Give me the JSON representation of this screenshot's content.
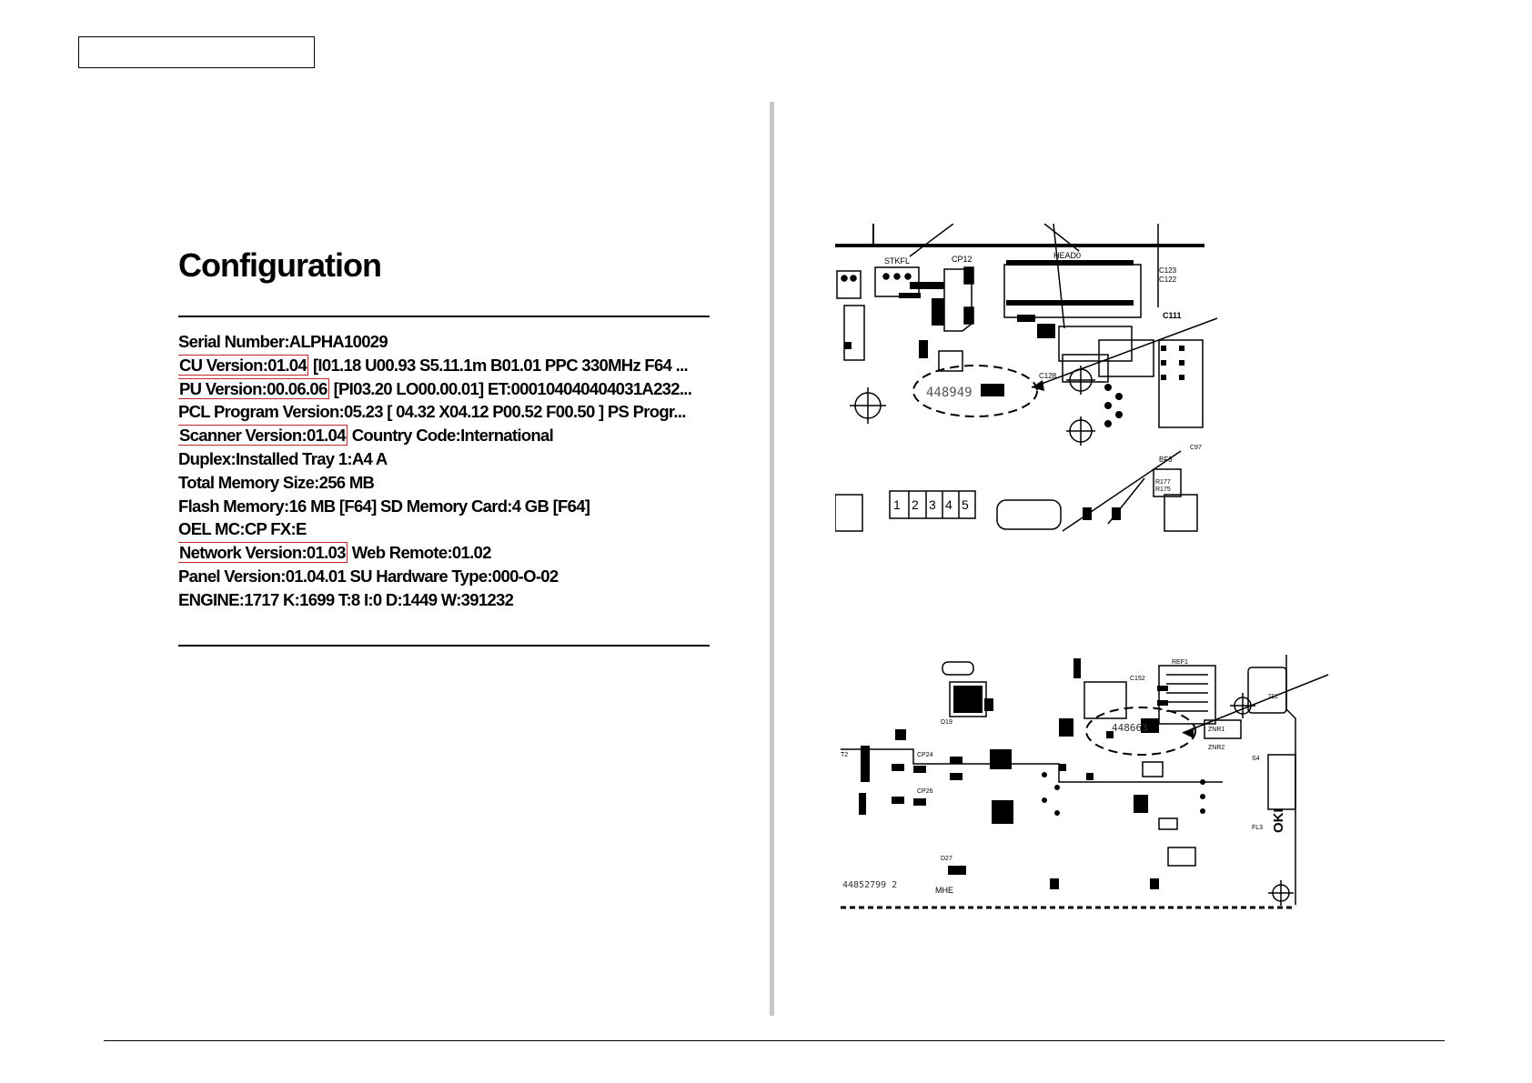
{
  "config": {
    "title": "Configuration",
    "lines": [
      {
        "parts": [
          {
            "text": "Serial Number:ALPHA10029",
            "boxed": false
          }
        ]
      },
      {
        "parts": [
          {
            "text": "CU Version:01.04",
            "boxed": true
          },
          {
            "text": "[I01.18 U00.93 S5.11.1m B01.01 PPC 330MHz F64 ...",
            "boxed": false
          }
        ]
      },
      {
        "parts": [
          {
            "text": "PU Version:00.06.06",
            "boxed": true
          },
          {
            "text": "[PI03.20 LO00.00.01] ET:000104040404031A232...",
            "boxed": false
          }
        ]
      },
      {
        "parts": [
          {
            "text": "PCL Program Version:05.23 [ 04.32 X04.12 P00.52 F00.50 ] PS Progr...",
            "boxed": false
          }
        ]
      },
      {
        "parts": [
          {
            "text": "Scanner Version:01.04",
            "boxed": true
          },
          {
            "text": "Country Code:International",
            "boxed": false
          }
        ]
      },
      {
        "parts": [
          {
            "text": "Duplex:Installed   Tray 1:A4         A",
            "boxed": false
          }
        ]
      },
      {
        "parts": [
          {
            "text": "Total Memory Size:256 MB",
            "boxed": false
          }
        ]
      },
      {
        "parts": [
          {
            "text": "Flash Memory:16 MB [F64]  SD Memory Card:4 GB [F64]",
            "boxed": false
          }
        ]
      },
      {
        "parts": [
          {
            "text": "OEL    MC:CP  FX:E",
            "boxed": false
          }
        ]
      },
      {
        "parts": [
          {
            "text": "Network Version:01.03",
            "boxed": true
          },
          {
            "text": "Web Remote:01.02",
            "boxed": false
          }
        ]
      },
      {
        "parts": [
          {
            "text": "Panel Version:01.04.01  SU Hardware Type:000-O-02",
            "boxed": false
          }
        ]
      },
      {
        "parts": [
          {
            "text": "ENGINE:1717 K:1699 T:8 I:0 D:1449 W:391232",
            "boxed": false
          }
        ]
      }
    ]
  },
  "pcb_top": {
    "chip_label": "448949",
    "labels": [
      "STKFL",
      "CP12",
      "HEAD0",
      "C123",
      "C122",
      "C111",
      "C128",
      "BF3",
      "R177",
      "R175",
      "C97"
    ],
    "dip_numbers": [
      "1",
      "2",
      "3",
      "4",
      "5"
    ]
  },
  "pcb_bottom": {
    "chip_label": "448663",
    "board_id": "44852799 2",
    "labels": [
      "REF1",
      "C152",
      "TEL",
      "ZNR1",
      "ZNR2",
      "CP24",
      "CP26",
      "D19",
      "D27",
      "T2",
      "MHE",
      "S4",
      "FL3",
      "OKI"
    ]
  },
  "colors": {
    "highlight_box": "#c0282d",
    "divider": "#c8c8c8"
  }
}
